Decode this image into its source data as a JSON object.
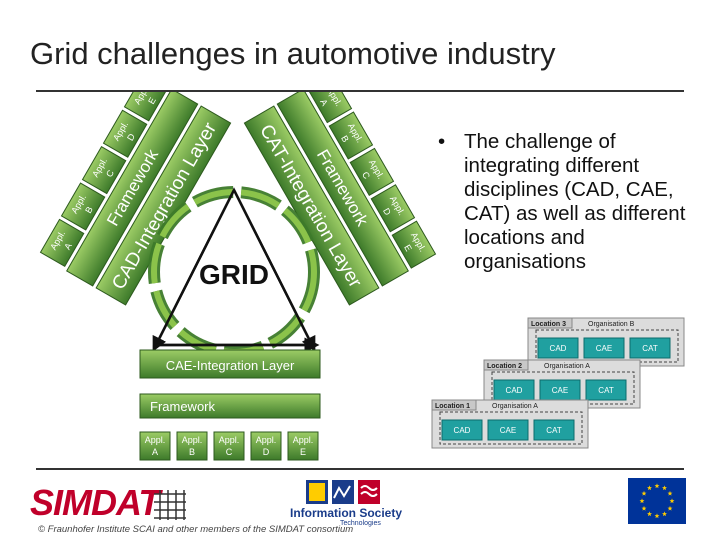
{
  "title": "Grid challenges in automotive industry",
  "diagram": {
    "left_framework": "Framework",
    "left_integration": "CAD-Integration Layer",
    "right_framework": "Framework",
    "right_integration": "CAT-Integration Layer",
    "grid_label": "GRID",
    "cae_integration": "CAE-Integration Layer",
    "bottom_framework": "Framework",
    "bottom_appl": [
      {
        "l1": "Appl.",
        "l2": "A"
      },
      {
        "l1": "Appl.",
        "l2": "B"
      },
      {
        "l1": "Appl.",
        "l2": "C"
      },
      {
        "l1": "Appl.",
        "l2": "D"
      },
      {
        "l1": "Appl.",
        "l2": "E"
      }
    ],
    "left_appl": [
      {
        "l1": "Appl.",
        "l2": "A"
      },
      {
        "l1": "Appl.",
        "l2": "B"
      },
      {
        "l1": "Appl.",
        "l2": "C"
      },
      {
        "l1": "Appl.",
        "l2": "D"
      },
      {
        "l1": "Appl.",
        "l2": "E"
      }
    ],
    "right_appl": [
      {
        "l1": "Appl.",
        "l2": "A"
      },
      {
        "l1": "Appl.",
        "l2": "B"
      },
      {
        "l1": "Appl.",
        "l2": "C"
      },
      {
        "l1": "Appl.",
        "l2": "D"
      },
      {
        "l1": "Appl.",
        "l2": "E"
      }
    ]
  },
  "bullet_text": "The challenge of integrating different disciplines (CAD, CAE, CAT) as well as different locations and organisations",
  "locations": [
    {
      "location": "Location 3",
      "organisation": "Organisation B",
      "boxes": [
        "CAD",
        "CAE",
        "CAT"
      ]
    },
    {
      "location": "Location 2",
      "organisation": "Organisation A",
      "boxes": [
        "CAD",
        "CAE",
        "CAT"
      ]
    },
    {
      "location": "Location 1",
      "organisation": "Organisation A",
      "boxes": [
        "CAD",
        "CAE",
        "CAT"
      ]
    }
  ],
  "footer": {
    "copyright": "© Fraunhofer Institute SCAI and other members of the SIMDAT consortium",
    "simdat_logo": "SIMDAT",
    "is_logo_line1": "Information Society",
    "is_logo_line2": "Technologies"
  },
  "colors": {
    "green_dark": "#3d7a2a",
    "green_light": "#8bc34a",
    "teal": "#20a0a0",
    "location_box": "#dcdcdc",
    "simdat_red": "#c0002a",
    "eu_blue": "#003399",
    "eu_star": "#ffcc00"
  }
}
